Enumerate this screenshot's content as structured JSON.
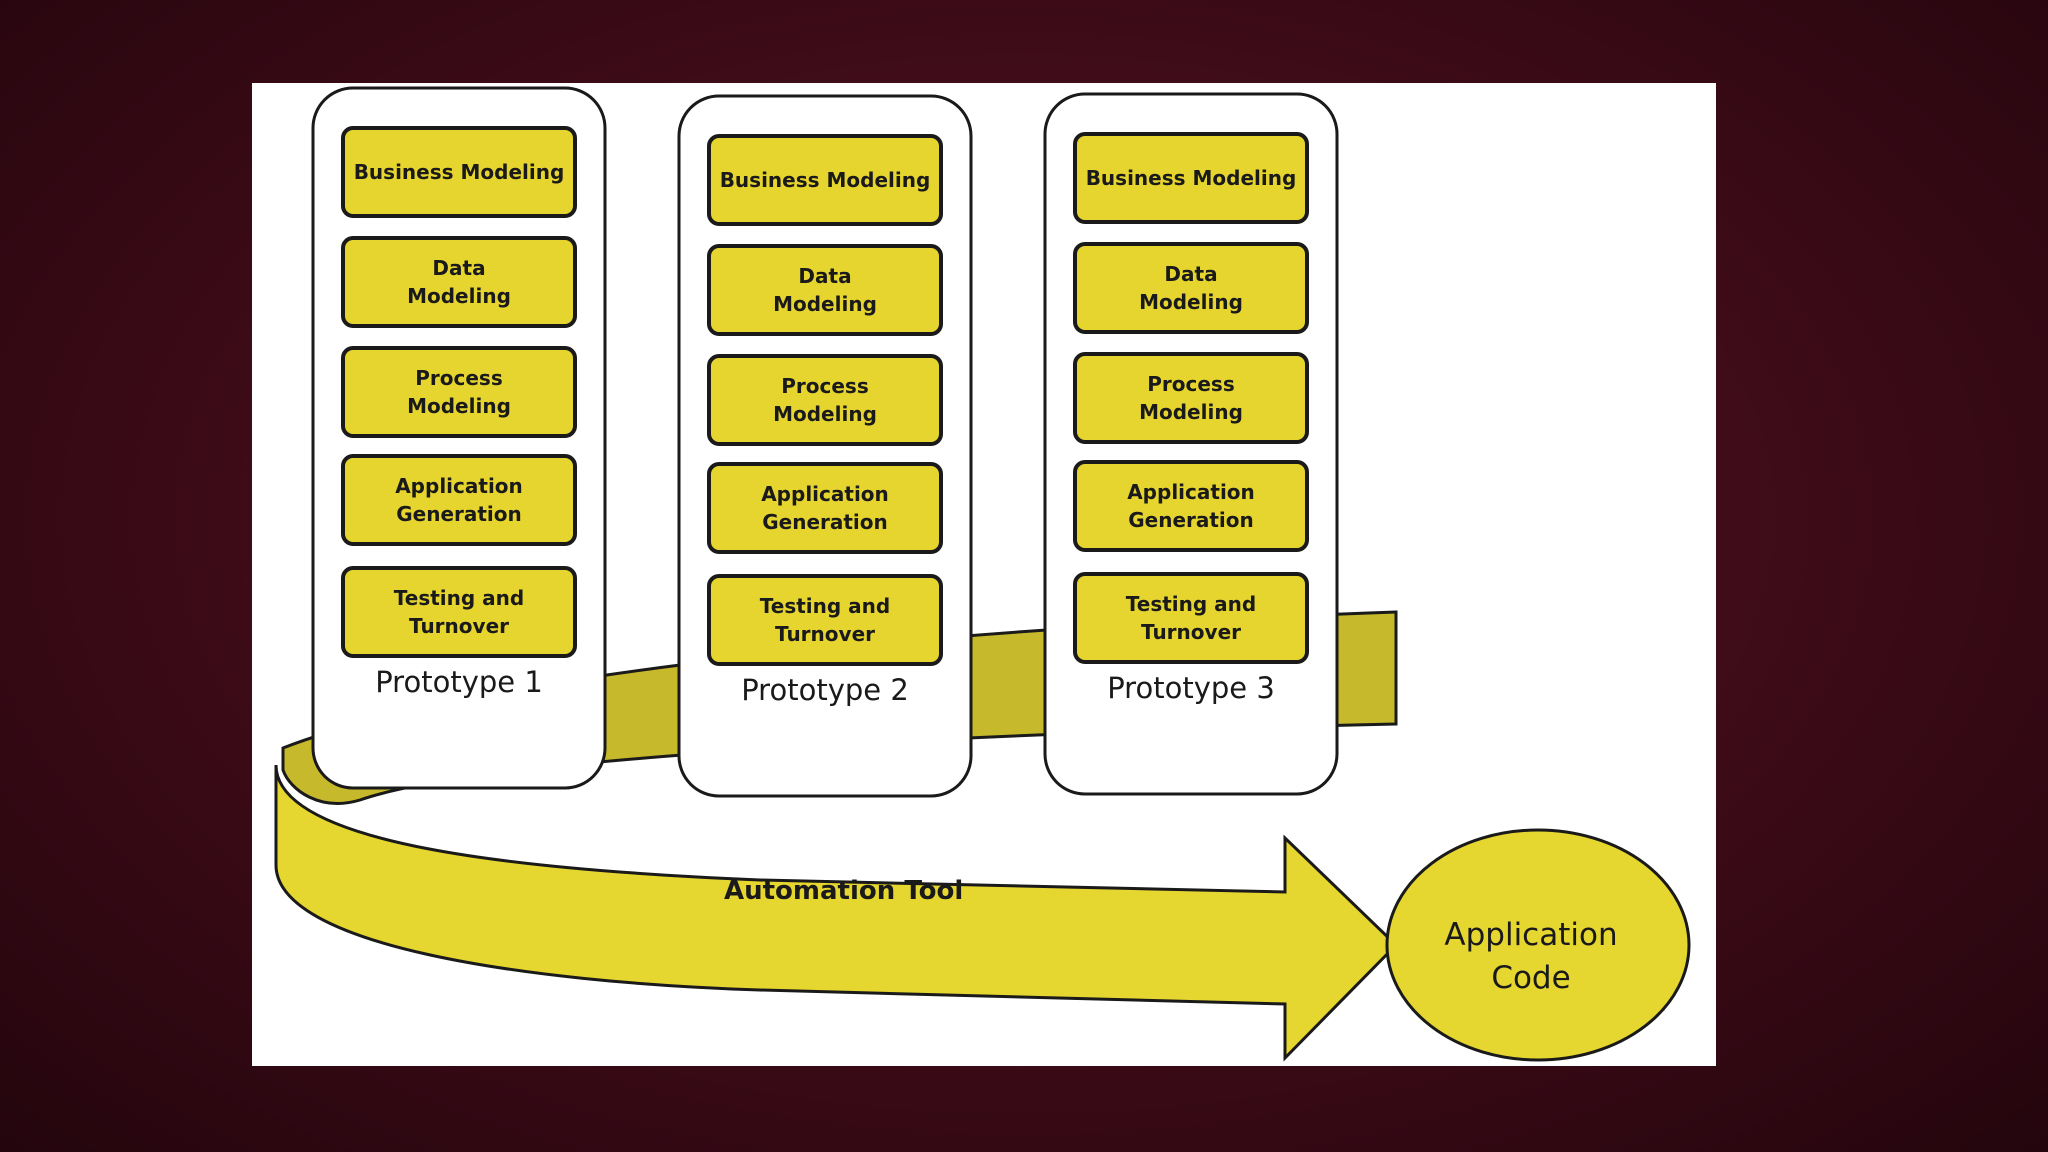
{
  "colors": {
    "background": "#3d0b18",
    "panel": "#ffffff",
    "stage_fill": "#e7d52f",
    "band_fill": "#c7b92c",
    "arrow_fill": "#e5d630",
    "outline": "#1a1a1a"
  },
  "prototypes": [
    {
      "label": "Prototype 1",
      "stages": [
        [
          "Business Modeling"
        ],
        [
          "Data",
          "Modeling"
        ],
        [
          "Process",
          "Modeling"
        ],
        [
          "Application",
          "Generation"
        ],
        [
          "Testing and",
          "Turnover"
        ]
      ]
    },
    {
      "label": "Prototype 2",
      "stages": [
        [
          "Business Modeling"
        ],
        [
          "Data",
          "Modeling"
        ],
        [
          "Process",
          "Modeling"
        ],
        [
          "Application",
          "Generation"
        ],
        [
          "Testing and",
          "Turnover"
        ]
      ]
    },
    {
      "label": "Prototype 3",
      "stages": [
        [
          "Business Modeling"
        ],
        [
          "Data",
          "Modeling"
        ],
        [
          "Process",
          "Modeling"
        ],
        [
          "Application",
          "Generation"
        ],
        [
          "Testing and",
          "Turnover"
        ]
      ]
    }
  ],
  "automation_tool": {
    "label": "Automation Tool"
  },
  "application_code": {
    "lines": [
      "Application",
      "Code"
    ]
  }
}
